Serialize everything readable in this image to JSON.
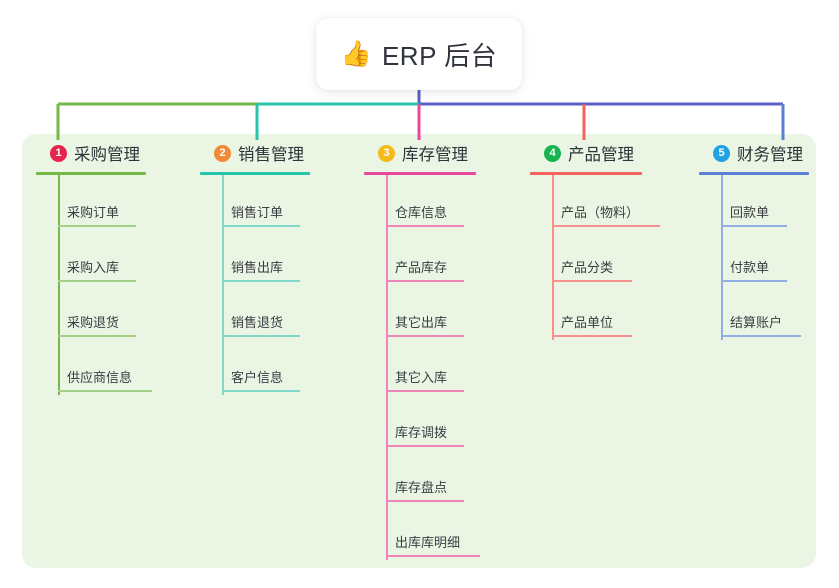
{
  "diagram": {
    "type": "mind-map",
    "title": "ERP 后台",
    "root": {
      "icon": "thumbs-up-icon",
      "icon_glyph": "👍",
      "label": "ERP 后台"
    },
    "panel_color": "#eaf5e4",
    "root_connector_color": "#5b5fc7",
    "branches": [
      {
        "index": "1",
        "badge_color": "#e8244c",
        "line_color": "#76b947",
        "label": "采购管理",
        "children": [
          "采购订单",
          "采购入库",
          "采购退货",
          "供应商信息"
        ]
      },
      {
        "index": "2",
        "badge_color": "#f08a36",
        "line_color": "#25c4ab",
        "label": "销售管理",
        "children": [
          "销售订单",
          "销售出库",
          "销售退货",
          "客户信息"
        ]
      },
      {
        "index": "3",
        "badge_color": "#f6b91a",
        "line_color": "#e8489c",
        "label": "库存管理",
        "children": [
          "仓库信息",
          "产品库存",
          "其它出库",
          "其它入库",
          "库存调拨",
          "库存盘点",
          "出库库明细"
        ]
      },
      {
        "index": "4",
        "badge_color": "#17b451",
        "line_color": "#f4635e",
        "label": "产品管理",
        "children": [
          "产品（物料）",
          "产品分类",
          "产品单位"
        ]
      },
      {
        "index": "5",
        "badge_color": "#22a2e0",
        "line_color": "#5b7fd4",
        "label": "财务管理",
        "children": [
          "回款单",
          "付款单",
          "结算账户"
        ]
      }
    ]
  }
}
